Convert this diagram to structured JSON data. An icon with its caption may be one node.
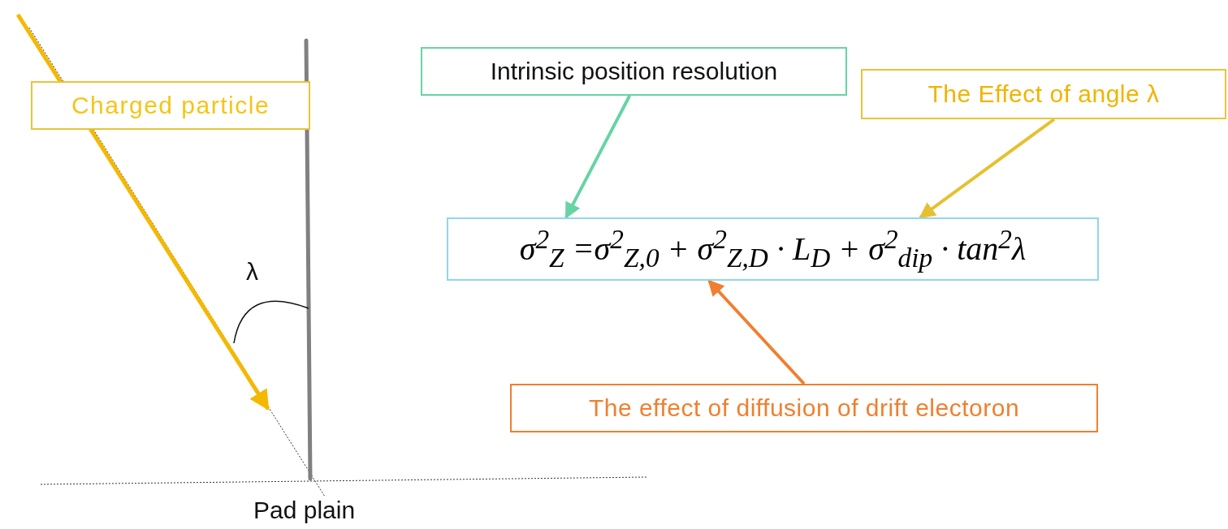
{
  "diagram": {
    "nodes": [
      {
        "text": [
          "Charged particle"
        ]
      },
      {
        "text": [
          "Intrinsic position resolution"
        ]
      },
      {
        "text": [
          "The Effect of angle λ"
        ]
      },
      {
        "text": [
          "σ$^{2}$$_{Z}$ =σ$^{2}$$_{Z,0}$ + σ$^{2}$$_{Z,D}$ · L$_{D}$ + σ$^{2}$$_{dip}$ · tan$^{2}$λ"
        ]
      },
      {
        "text": [
          "The effect of diffusion of drift electoron"
        ]
      }
    ],
    "edges": [
      {
        "from": 1,
        "to": 3,
        "arrow": "to",
        "color": "#66d4a4"
      },
      {
        "from": 2,
        "to": 3,
        "arrow": "to",
        "color": "#e6c030"
      },
      {
        "from": 4,
        "to": 3,
        "arrow": "to",
        "color": "#f07f30"
      }
    ],
    "labels": [
      "λ",
      "Pad plain"
    ]
  }
}
